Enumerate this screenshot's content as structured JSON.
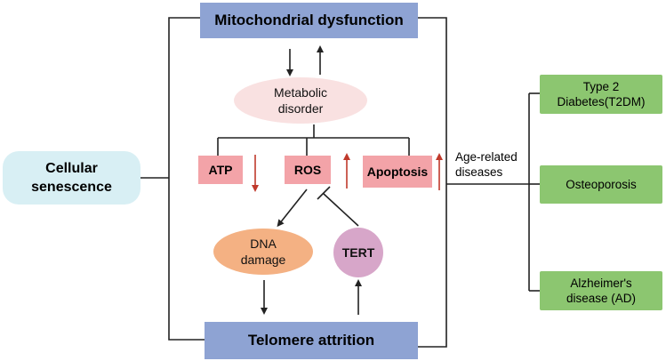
{
  "nodes": {
    "mito": "Mitochondrial dysfunction",
    "metabolic": "Metabolic disorder",
    "atp": "ATP",
    "ros": "ROS",
    "apoptosis": "Apoptosis",
    "dna": "DNA damage",
    "tert": "TERT",
    "telomere": "Telomere attrition",
    "cellular": "Cellular senescence"
  },
  "age_related": "Age-related diseases",
  "diseases": [
    "Type 2 Diabetes(T2DM)",
    "Osteoporosis",
    "Alzheimer's disease (AD)"
  ],
  "colors": {
    "blue_box": "#8ea3d3",
    "metabolic_fill": "#f9e1e1",
    "pink_box": "#f3a3a8",
    "red_arrow": "#c0392b",
    "dna_fill": "#f4b183",
    "tert_fill": "#d7a6c9",
    "cellular_fill": "#d8eff4",
    "green_box": "#8cc670"
  }
}
